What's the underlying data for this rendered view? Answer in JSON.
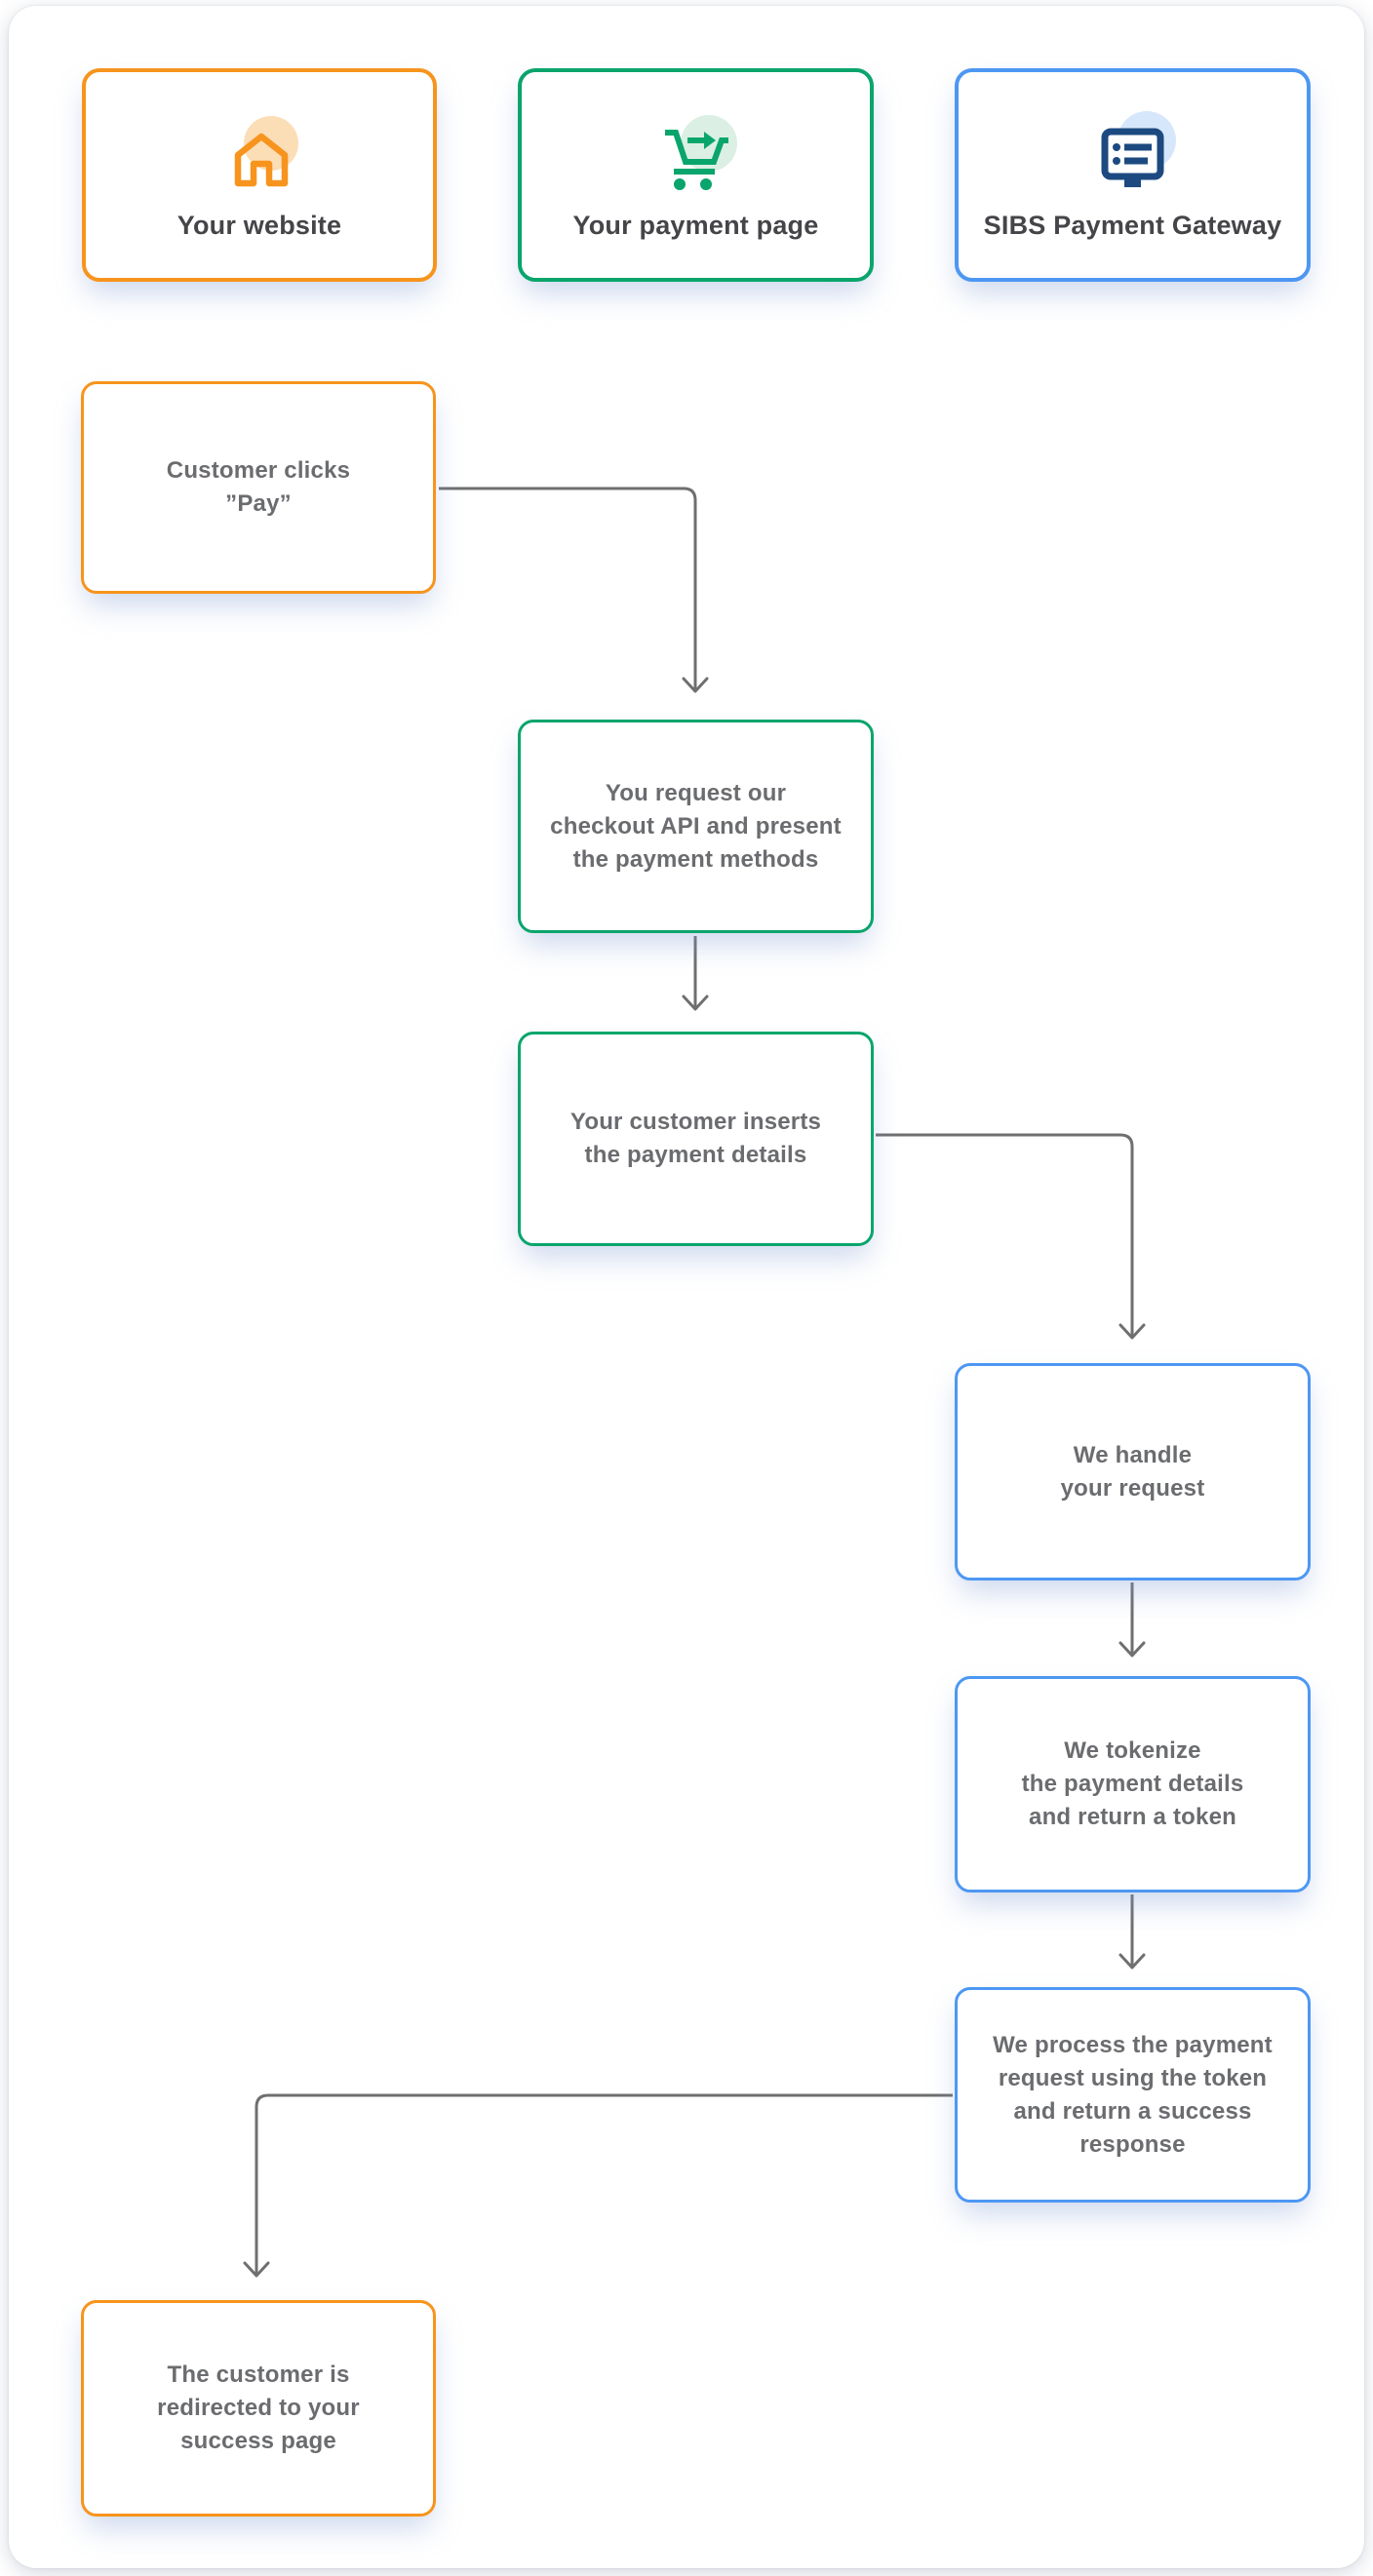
{
  "diagram": {
    "columns": [
      {
        "label": "Your website",
        "icon": "home-icon",
        "color": "#F7941D"
      },
      {
        "label": "Your payment page",
        "icon": "cart-checkout-icon",
        "color": "#0AA56C"
      },
      {
        "label": "SIBS Payment Gateway",
        "icon": "monitor-list-icon",
        "color": "#4D97F3"
      }
    ],
    "steps": [
      {
        "label": "Customer clicks\n”Pay”",
        "column": "Your website"
      },
      {
        "label": "You request our\ncheckout API and present\nthe payment methods",
        "column": "Your payment page"
      },
      {
        "label": "Your customer inserts\nthe payment details",
        "column": "Your payment page"
      },
      {
        "label": "We handle\nyour request",
        "column": "SIBS Payment Gateway"
      },
      {
        "label": "We tokenize\nthe payment details\nand return a token",
        "column": "SIBS Payment Gateway"
      },
      {
        "label": "We process the payment\nrequest using the token\nand return a success\nresponse",
        "column": "SIBS Payment Gateway"
      },
      {
        "label": "The customer is\nredirected to your\nsuccess page",
        "column": "Your website"
      }
    ],
    "palette": {
      "orange": "#F7941D",
      "orange_light": "#FBDDB6",
      "green": "#0AA56C",
      "green_light": "#DBEFE4",
      "blue": "#4D97F3",
      "blue_light": "#D6E7FB",
      "navy": "#1C4A80",
      "connector": "#6F6F6F",
      "step_text": "#6B6C6F",
      "heading_text": "#454549"
    }
  }
}
